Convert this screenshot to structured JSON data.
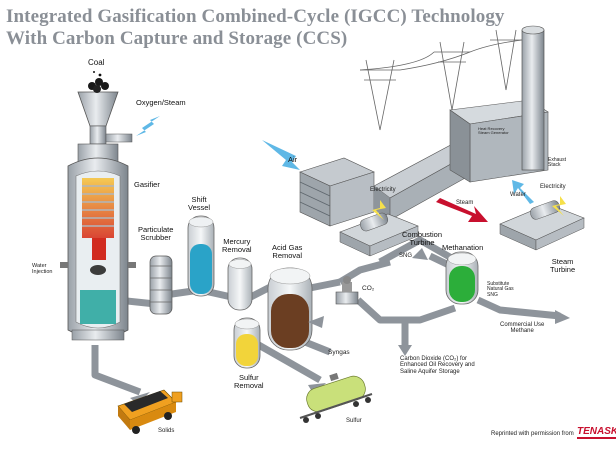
{
  "title_line1": "Integrated Gasification Combined-Cycle (IGCC) Technology",
  "title_line2": "With Carbon Capture and Storage (CCS)",
  "labels": {
    "coal": "Coal",
    "oxygen_steam": "Oxygen/Steam",
    "gasifier": "Gasifier",
    "water_injection": "Water\nInjection",
    "particulate_scrubber": "Particulate\nScrubber",
    "shift_vessel": "Shift\nVessel",
    "mercury_removal": "Mercury\nRemoval",
    "acid_gas_removal": "Acid Gas\nRemoval",
    "sulfur_removal": "Sulfur\nRemoval",
    "co2": "CO₂",
    "syngas": "Syngas",
    "air": "Air",
    "electricity_left": "Electricity",
    "combustion_turbine": "Combustion\nTurbine",
    "steam": "Steam",
    "heat_recovery": "Heat Recovery\nSteam Generator",
    "exhaust_stack": "Exhaust\nStack",
    "water": "Water",
    "electricity_right": "Electricity",
    "steam_turbine": "Steam\nTurbine",
    "sng": "SNG",
    "methanation": "Methanation",
    "substitute_natural_gas": "Substitute\nNatural Gas\nSNG",
    "commercial_use": "Commercial Use\nMethane",
    "co2_storage": "Carbon Dioxide (CO₂) for\nEnhanced Oil Recovery and\nSaline Aquifer Storage",
    "solids": "Solids",
    "sulfur": "Sulfur"
  },
  "credit": "Reprinted with permission from",
  "logo": "TENASKA",
  "colors": {
    "title": "#8a8f96",
    "pipe": "#8e949b",
    "arrow_blue": "#5fb8e6",
    "steam_red": "#c8102e",
    "shift_liquid": "#2aa3c8",
    "sulfur_liquid": "#f2d43a",
    "acid_liquid": "#6b3e22",
    "methanation_liquid": "#2cae3a",
    "gasifier_liquid": "#2ea7a0"
  }
}
